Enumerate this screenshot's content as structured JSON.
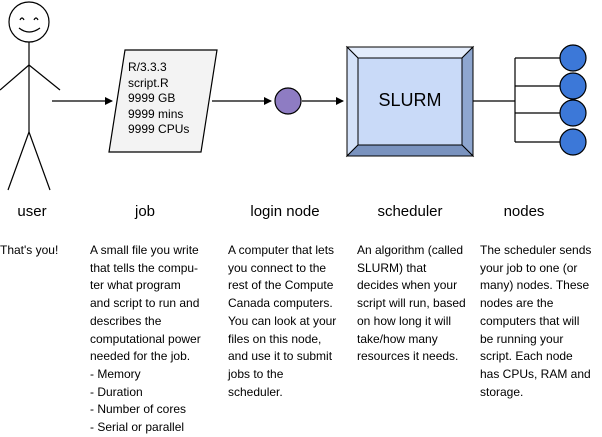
{
  "job_box": {
    "lines": [
      "R/3.3.3",
      "script.R",
      "9999 GB",
      "9999 mins",
      "9999 CPUs"
    ]
  },
  "scheduler_box": {
    "label": "SLURM"
  },
  "columns": [
    {
      "title": "user",
      "description": "That's you!"
    },
    {
      "title": "job",
      "description": "A small file you write\nthat tells the compu-\nter what program\nand script to run and\ndescribes the\ncomputational power\nneeded for the job.\n- Memory\n- Duration\n- Number of cores\n- Serial or parallel"
    },
    {
      "title": "login node",
      "description": "A computer that lets\nyou connect to the\nrest of the Compute\nCanada computers.\nYou can look at your\nfiles on this node,\nand use it to submit\njobs to the\nscheduler."
    },
    {
      "title": "scheduler",
      "description": "An algorithm (called\nSLURM) that\ndecides when your\nscript will run, based\non how long it will\ntake/how many\nresources it needs."
    },
    {
      "title": "nodes",
      "description": "The scheduler sends\nyour job to one (or\nmany) nodes. These\nnodes are the\ncomputers that will\nbe running your\nscript. Each node\nhas CPUs, RAM and\nstorage."
    }
  ],
  "colors": {
    "job_fill": "#f3f3f3",
    "login_node_fill": "#8e7cc3",
    "scheduler_face": "#c9daf8",
    "node_fill": "#3c78d8"
  }
}
